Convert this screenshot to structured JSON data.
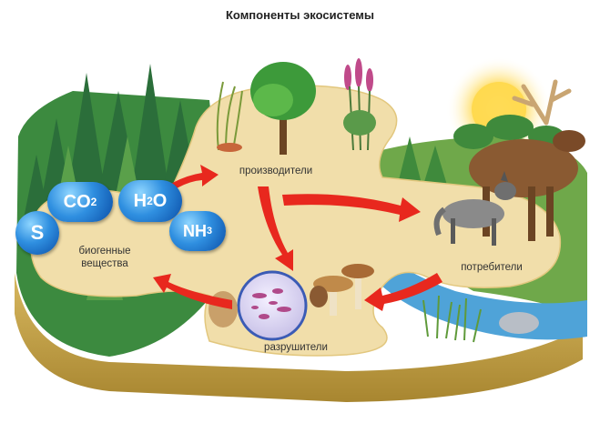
{
  "title": "Компоненты экосистемы",
  "labels": {
    "producers": "производители",
    "consumers": "потребители",
    "decomposers": "разрушители",
    "nutrients_line1": "биогенные",
    "nutrients_line2": "вещества"
  },
  "molecules": {
    "s": "S",
    "co2_main": "CO",
    "co2_sub": "2",
    "h2o_h": "H",
    "h2o_sub": "2",
    "h2o_o": "O",
    "nh3_main": "NH",
    "nh3_sub": "3"
  },
  "colors": {
    "arrow": "#e8281e",
    "island": "#f1deaa",
    "island_side": "#c9a84e",
    "forest": "#2f7d3a",
    "water": "#4fa3d8",
    "molecule": "#2f8fe0"
  }
}
